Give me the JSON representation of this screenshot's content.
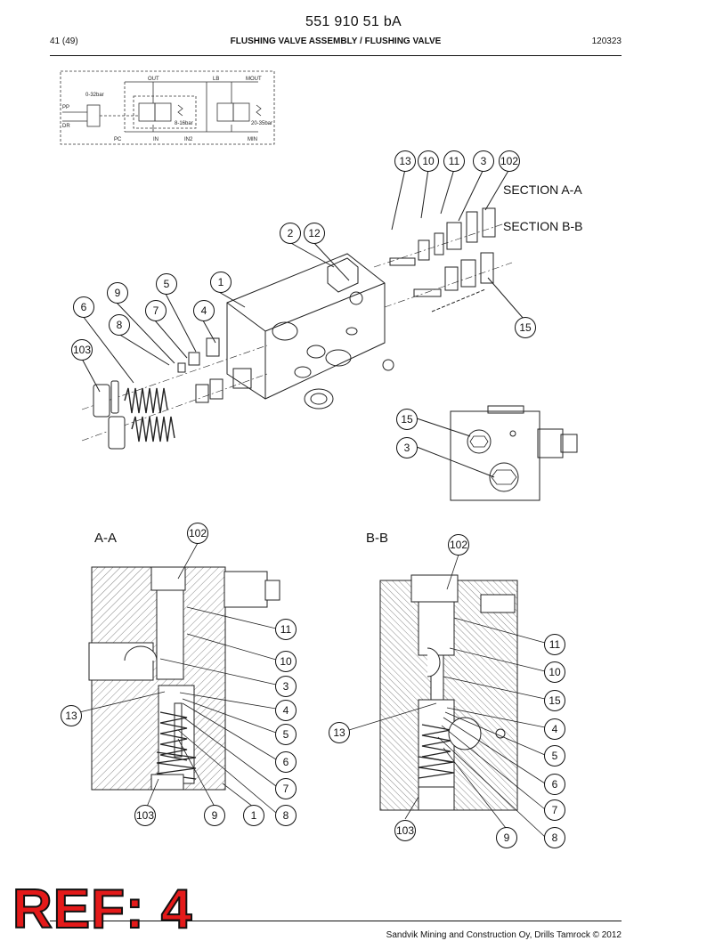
{
  "header": {
    "code": "551 910 51 bA",
    "page": "41 (49)",
    "title": "FLUSHING VALVE ASSEMBLY / FLUSHING VALVE",
    "date": "120323"
  },
  "schematic": {
    "labels": [
      "OUT",
      "LB",
      "MOUT",
      "PP",
      "DR",
      "PC",
      "IN",
      "IN2",
      "MIN",
      "0-32bar",
      "8-16bar",
      "20-35bar"
    ]
  },
  "exploded_view": {
    "section_a_label": "SECTION A-A",
    "section_b_label": "SECTION B-B",
    "callouts": [
      "13",
      "10",
      "11",
      "3",
      "102",
      "2",
      "12",
      "5",
      "1",
      "9",
      "6",
      "7",
      "4",
      "8",
      "103",
      "15"
    ]
  },
  "side_view": {
    "callouts": [
      "15",
      "3"
    ]
  },
  "section_a": {
    "title": "A-A",
    "callouts": [
      "102",
      "11",
      "10",
      "3",
      "4",
      "13",
      "5",
      "6",
      "7",
      "103",
      "9",
      "1",
      "8"
    ]
  },
  "section_b": {
    "title": "B-B",
    "callouts": [
      "102",
      "11",
      "10",
      "15",
      "13",
      "4",
      "5",
      "6",
      "7",
      "103",
      "9",
      "8"
    ]
  },
  "ref_stamp": "REF: 4",
  "footer": "Sandvik Mining and Construction Oy, Drills Tamrock © 2012"
}
